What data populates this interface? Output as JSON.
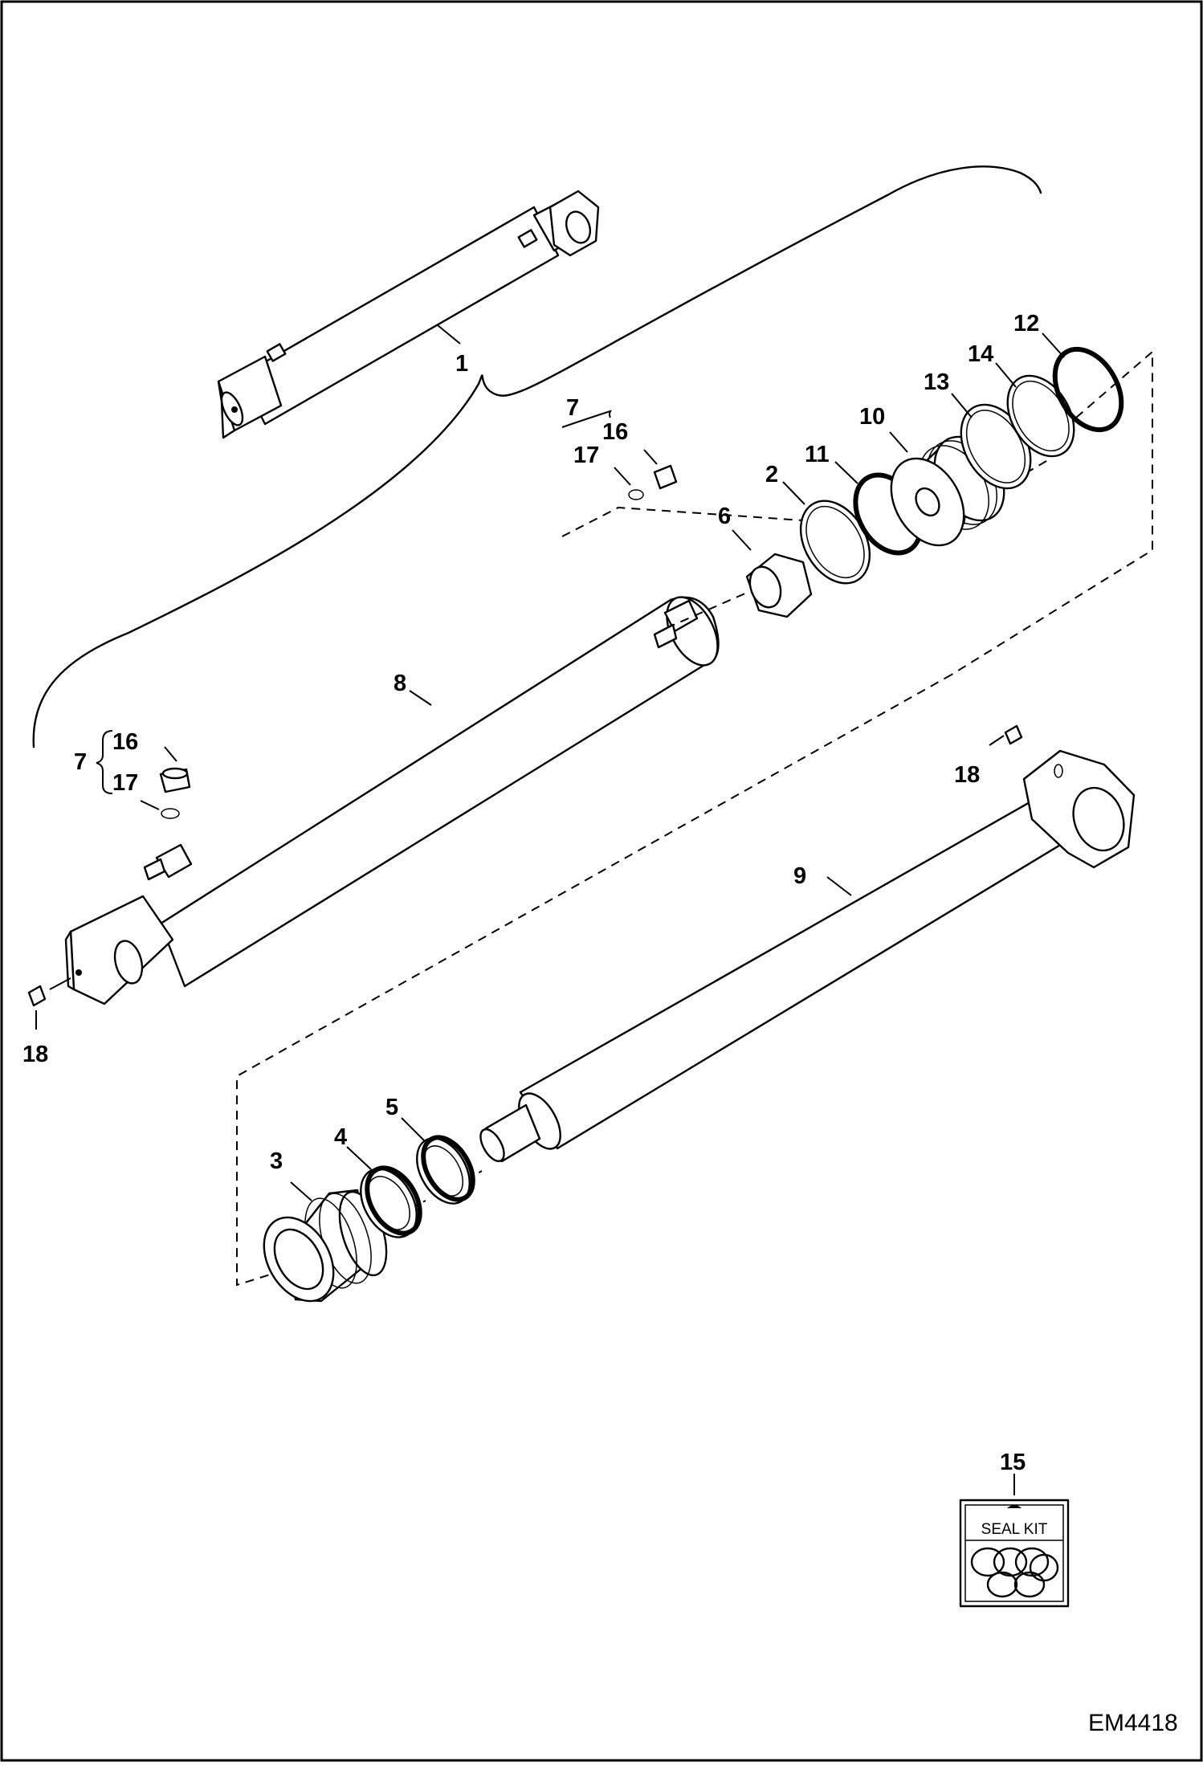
{
  "drawing_id": "EM4418",
  "seal_kit": {
    "label": "SEAL KIT"
  },
  "callouts": {
    "c1": "1",
    "c2": "2",
    "c3": "3",
    "c4": "4",
    "c5": "5",
    "c6": "6",
    "c7a": "7",
    "c7b": "7",
    "c8": "8",
    "c9": "9",
    "c10": "10",
    "c11": "11",
    "c12": "12",
    "c13": "13",
    "c14": "14",
    "c15": "15",
    "c16a": "16",
    "c16b": "16",
    "c17a": "17",
    "c17b": "17",
    "c18a": "18",
    "c18b": "18"
  }
}
